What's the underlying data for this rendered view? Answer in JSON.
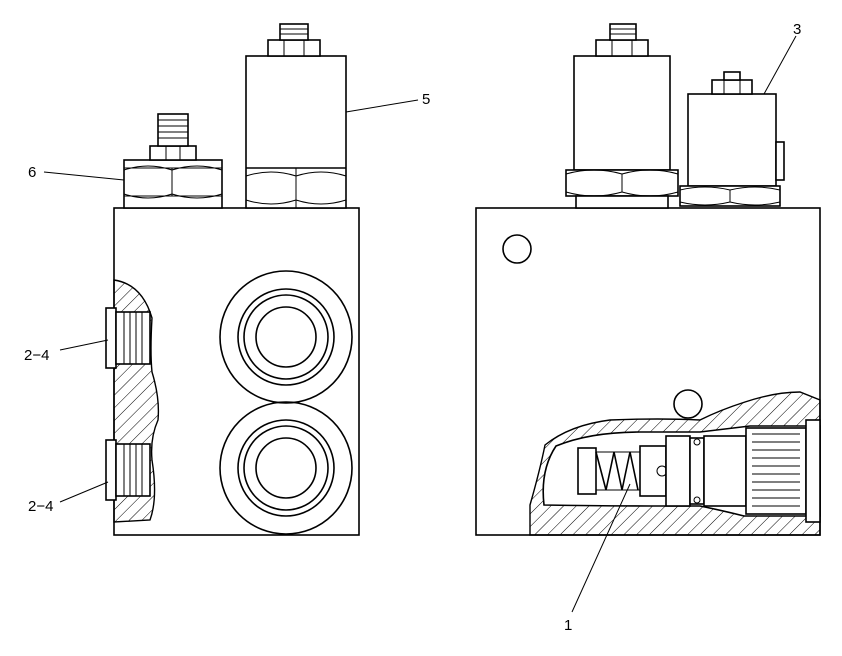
{
  "callouts": {
    "c6": "6",
    "c5": "5",
    "c3": "3",
    "c24a": "2−4",
    "c24b": "2−4",
    "c1": "1"
  },
  "colors": {
    "line": "#000000",
    "background": "#ffffff"
  }
}
